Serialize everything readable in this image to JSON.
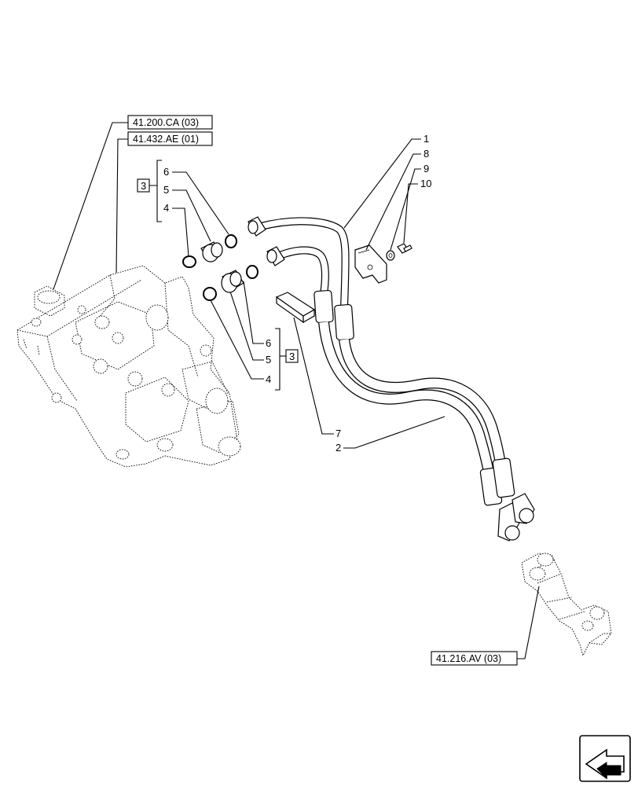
{
  "references": {
    "ref_top_1": "41.200.CA (03)",
    "ref_top_2": "41.432.AE (01)",
    "ref_bottom": "41.216.AV (03)"
  },
  "groups": {
    "upper_box": "3",
    "lower_box": "3"
  },
  "upper_group_items": [
    "6",
    "5",
    "4"
  ],
  "lower_group_items": [
    "6",
    "5",
    "4"
  ],
  "right_callouts": [
    "1",
    "8",
    "9",
    "10"
  ],
  "lower_callouts": [
    "7",
    "2"
  ],
  "icons": {
    "nav_arrow": "arrow-icon"
  }
}
